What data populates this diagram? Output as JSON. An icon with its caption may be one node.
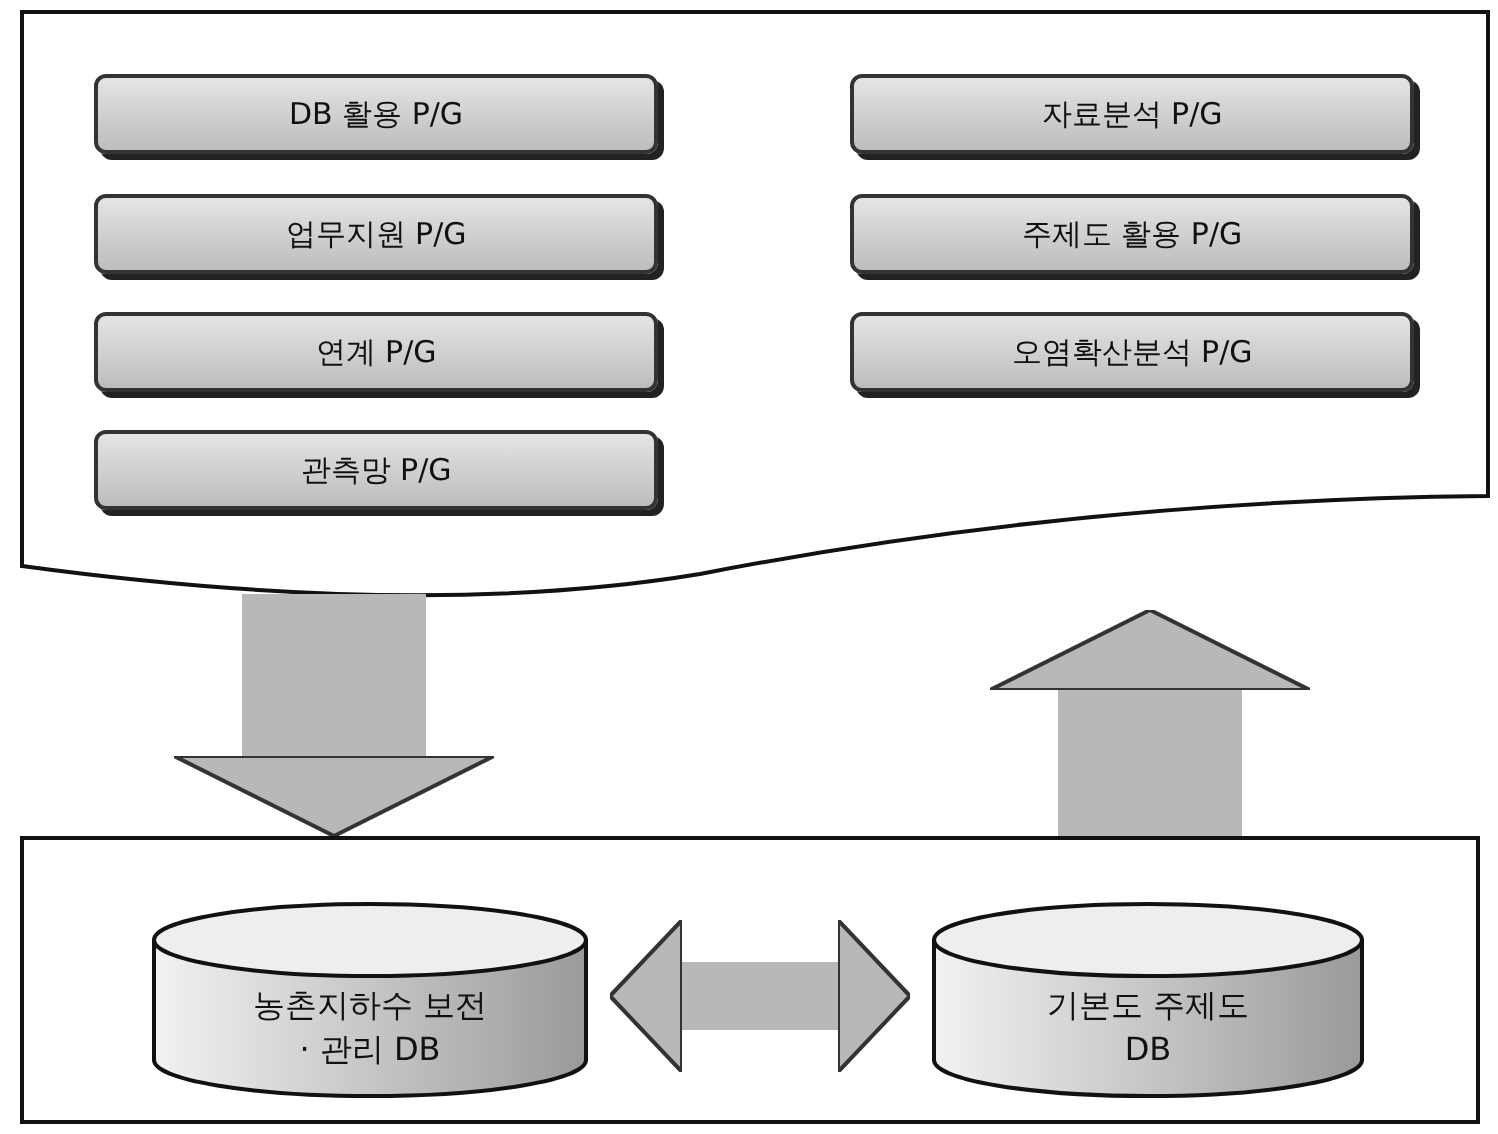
{
  "diagram": {
    "nodes": [
      {
        "text": [],
        "shape": "box"
      },
      {
        "text": [
          "DB 활용 P/G"
        ],
        "in": 0
      },
      {
        "text": [
          "업무지원 P/G"
        ],
        "in": 0
      },
      {
        "text": [
          "연계 P/G"
        ],
        "in": 0
      },
      {
        "text": [
          "관측망 P/G"
        ],
        "in": 0
      },
      {
        "text": [
          "자료분석 P/G"
        ],
        "in": 0
      },
      {
        "text": [
          "주제도 활용 P/G"
        ],
        "in": 0
      },
      {
        "text": [
          "오염확산분석 P/G"
        ],
        "in": 0
      },
      {
        "text": [],
        "shape": "box"
      },
      {
        "text": [
          "농촌지하수 보전 · 관리 DB"
        ],
        "in": 8
      },
      {
        "text": [
          "기본도 주제도 DB"
        ],
        "in": 8
      }
    ],
    "edges": [
      {
        "from": 0,
        "to": 8,
        "arrow": "to"
      },
      {
        "from": 8,
        "to": 0,
        "arrow": "to"
      },
      {
        "from": 9,
        "to": 10,
        "arrow": "both"
      }
    ]
  }
}
